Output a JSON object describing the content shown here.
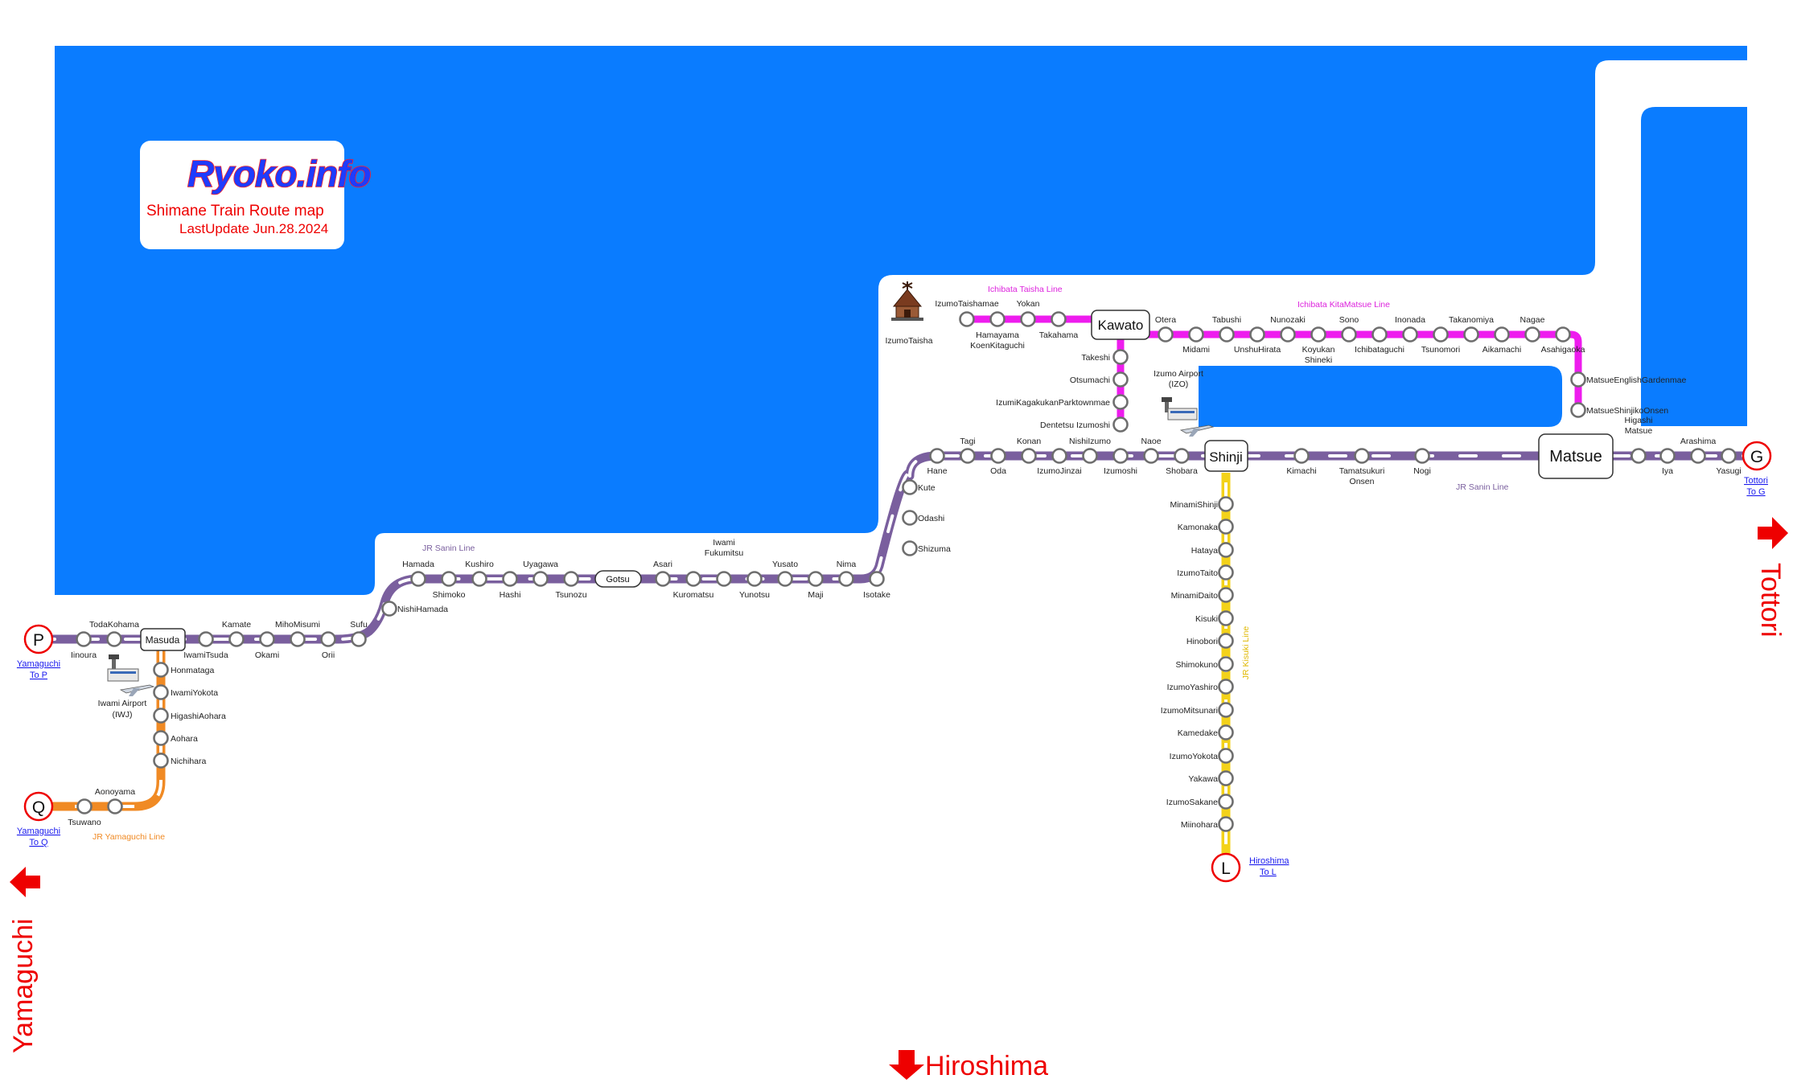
{
  "brand": {
    "title": "Ryoko.info",
    "subtitle": "Shimane Train Route map",
    "last_update": "LastUpdate Jun.28.2024"
  },
  "colors": {
    "sea": "#0a7cff",
    "jr_sanin": "#7a5f9e",
    "jr_yamaguchi": "#f08a24",
    "jr_kisuki": "#f3d21a",
    "ichibata": "#ee1cee",
    "external": "#ee0000",
    "link": "#1a1aee"
  },
  "lines": {
    "ichibata_taisha": "Ichibata Taisha Line",
    "ichibata_kitamatsue": "Ichibata KitaMatsue Line",
    "jr_sanin_west": "JR Sanin Line",
    "jr_sanin_east": "JR Sanin Line",
    "jr_kisuki": "JR Kisuki Line",
    "jr_yamaguchi": "JR Yamaguchi Line"
  },
  "hubs": {
    "kawato": "Kawato",
    "shinji": "Shinji",
    "matsue": "Matsue",
    "masuda": "Masuda",
    "gotsu": "Gotsu"
  },
  "landmarks": {
    "izumo_taisha": "IzumoTaisha",
    "izumo_airport": [
      "Izumo Airport",
      "(IZO)"
    ],
    "iwami_airport": [
      "Iwami Airport",
      "(IWJ)"
    ]
  },
  "externals": {
    "G": {
      "letter": "G",
      "link": [
        "Tottori",
        "To G"
      ]
    },
    "L": {
      "letter": "L",
      "link": [
        "Hiroshima",
        "To L"
      ]
    },
    "P": {
      "letter": "P",
      "link": [
        "Yamaguchi",
        "To P"
      ]
    },
    "Q": {
      "letter": "Q",
      "link": [
        "Yamaguchi",
        "To Q"
      ]
    }
  },
  "directions": {
    "east": "Tottori",
    "south": "Hiroshima",
    "west": "Yamaguchi"
  },
  "stations": {
    "ichibata_taisha": [
      "IzumoTaishamae",
      "Hamayama KoenKitaguchi",
      "Yokan",
      "Takahama"
    ],
    "ichibata_kitamatsue": [
      "Otera",
      "Midami",
      "Tabushi",
      "UnshuHirata",
      "Nunozaki",
      "Koyukan Shineki",
      "Sono",
      "Ichibataguchi",
      "Inonada",
      "Tsunomori",
      "Takanomiya",
      "Aikamachi",
      "Nagae",
      "Asahigaoka",
      "MatsueEnglishGardenmae",
      "MatsueShinjikoOnsen"
    ],
    "ichibata_kawato_south": [
      "Takeshi",
      "Otsumachi",
      "IzumiKagakukanParktownmae",
      "Dentetsu Izumoshi"
    ],
    "jr_sanin_east": [
      "Hane",
      "Tagi",
      "Oda",
      "Konan",
      "IzumoJinzai",
      "NishiIzumo",
      "Izumoshi",
      "Naoe",
      "Shobara",
      "Kimachi",
      "Tamatsukuri Onsen",
      "Nogi",
      "Higashi Matsue",
      "Iya",
      "Arashima",
      "Yasugi"
    ],
    "jr_sanin_vertical": [
      "Kute",
      "Odashi",
      "Shizuma"
    ],
    "jr_sanin_west": [
      "Isotake",
      "Nima",
      "Maji",
      "Yusato",
      "Yunotsu",
      "Iwami Fukumitsu",
      "Kuromatsu",
      "Asari",
      "Tsunozu",
      "Uyagawa",
      "Hashi",
      "Kushiro",
      "Shimoko",
      "Hamada",
      "NishiHamada",
      "Sufu",
      "Orii",
      "MihoMisumi",
      "Okami",
      "Kamate",
      "IwamiTsuda",
      "TodaKohama",
      "Iinoura"
    ],
    "jr_kisuki": [
      "MinamiShinji",
      "Kamonaka",
      "Hataya",
      "IzumoTaito",
      "MinamiDaito",
      "Kisuki",
      "Hinobori",
      "Shimokuno",
      "IzumoYashiro",
      "IzumoMitsunari",
      "Kamedake",
      "IzumoYokota",
      "Yakawa",
      "IzumoSakane",
      "Miinohara"
    ],
    "jr_yamaguchi": [
      "Honmataga",
      "IwamiYokota",
      "HigashiAohara",
      "Aohara",
      "Nichihara",
      "Aonoyama",
      "Tsuwano"
    ]
  }
}
